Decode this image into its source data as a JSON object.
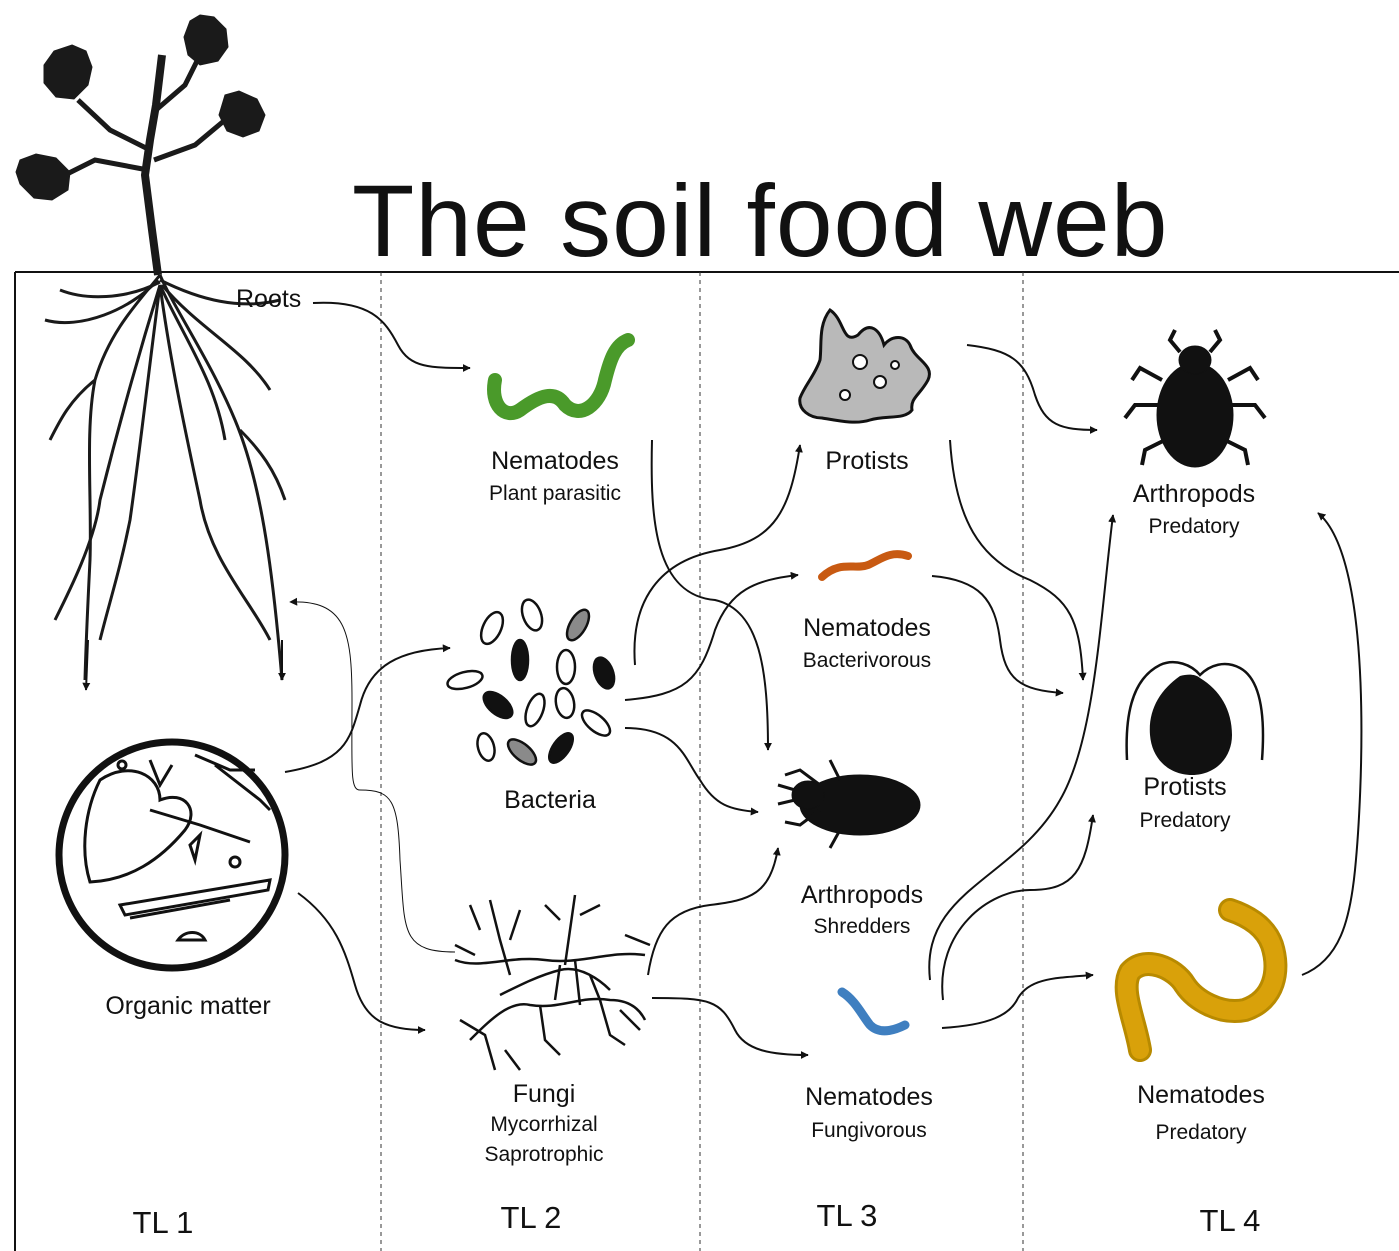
{
  "title": "The soil food web",
  "trophic_levels": [
    "TL 1",
    "TL 2",
    "TL 3",
    "TL 4"
  ],
  "nodes": {
    "roots": {
      "label": "Roots"
    },
    "organic_matter": {
      "label": "Organic matter"
    },
    "nematodes_plant_parasitic": {
      "label": "Nematodes",
      "sub": "Plant parasitic",
      "color": "#4a9a2a"
    },
    "bacteria": {
      "label": "Bacteria"
    },
    "fungi": {
      "label": "Fungi",
      "sub": "Mycorrhizal",
      "sub2": "Saprotrophic"
    },
    "protists": {
      "label": "Protists"
    },
    "nematodes_bacterivorous": {
      "label": "Nematodes",
      "sub": "Bacterivorous",
      "color": "#c85a12"
    },
    "arthropods_shredders": {
      "label": "Arthropods",
      "sub": "Shredders"
    },
    "nematodes_fungivorous": {
      "label": "Nematodes",
      "sub": "Fungivorous",
      "color": "#3f7fc0"
    },
    "arthropods_predatory": {
      "label": "Arthropods",
      "sub": "Predatory"
    },
    "protists_predatory": {
      "label": "Protists",
      "sub": "Predatory"
    },
    "nematodes_predatory": {
      "label": "Nematodes",
      "sub": "Predatory",
      "color": "#d9a10a"
    }
  },
  "edges": [
    {
      "from": "roots",
      "to": "nematodes_plant_parasitic"
    },
    {
      "from": "roots",
      "to": "organic_matter"
    },
    {
      "from": "organic_matter",
      "to": "bacteria"
    },
    {
      "from": "organic_matter",
      "to": "fungi"
    },
    {
      "from": "fungi",
      "to": "roots"
    },
    {
      "from": "nematodes_plant_parasitic",
      "to": "arthropods_shredders"
    },
    {
      "from": "bacteria",
      "to": "protists"
    },
    {
      "from": "bacteria",
      "to": "nematodes_bacterivorous"
    },
    {
      "from": "bacteria",
      "to": "arthropods_shredders"
    },
    {
      "from": "fungi",
      "to": "arthropods_shredders"
    },
    {
      "from": "fungi",
      "to": "nematodes_fungivorous"
    },
    {
      "from": "protists",
      "to": "arthropods_predatory"
    },
    {
      "from": "protists",
      "to": "protists_predatory"
    },
    {
      "from": "nematodes_bacterivorous",
      "to": "protists_predatory"
    },
    {
      "from": "nematodes_fungivorous",
      "to": "arthropods_predatory"
    },
    {
      "from": "nematodes_fungivorous",
      "to": "protists_predatory"
    },
    {
      "from": "nematodes_fungivorous",
      "to": "nematodes_predatory"
    },
    {
      "from": "nematodes_predatory",
      "to": "arthropods_predatory"
    }
  ],
  "colors": {
    "ink": "#111111",
    "protist_fill": "#b9b9b9",
    "bacteria_gray": "#8a8a8a"
  }
}
